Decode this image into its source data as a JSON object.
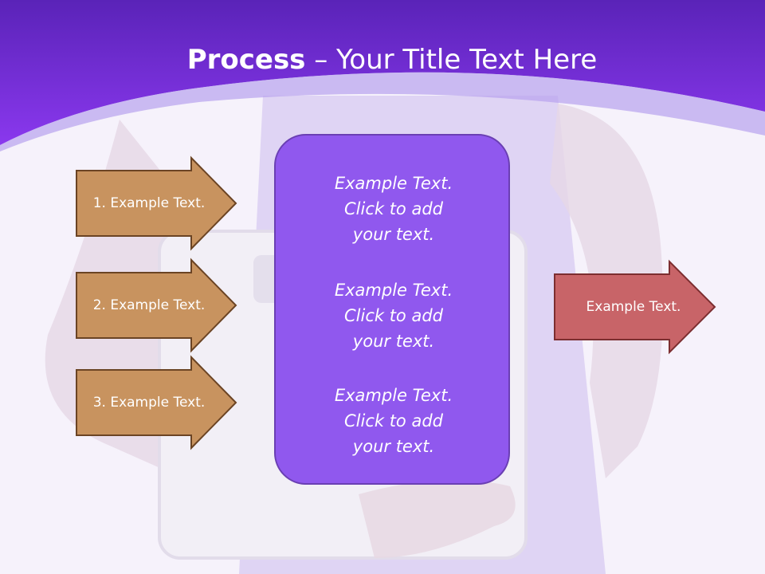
{
  "slide": {
    "title_bold": "Process",
    "title_rest": " – Your Title Text Here"
  },
  "steps": [
    {
      "label": "1. Example Text."
    },
    {
      "label": "2. Example Text."
    },
    {
      "label": "3. Example Text."
    }
  ],
  "center": {
    "items": [
      "Example Text.\nClick  to add\nyour text.",
      "Example Text.\nClick  to add\nyour text.",
      "Example Text.\nClick  to add\nyour text."
    ]
  },
  "result": {
    "label": "Example Text."
  },
  "colors": {
    "header_top": "#5a23b8",
    "header_bottom": "#8a38ee",
    "step_fill": "#c8935f",
    "step_border": "#6b4424",
    "center_fill": "#9058ee",
    "result_fill": "#c86468",
    "result_border": "#7c2e30"
  }
}
